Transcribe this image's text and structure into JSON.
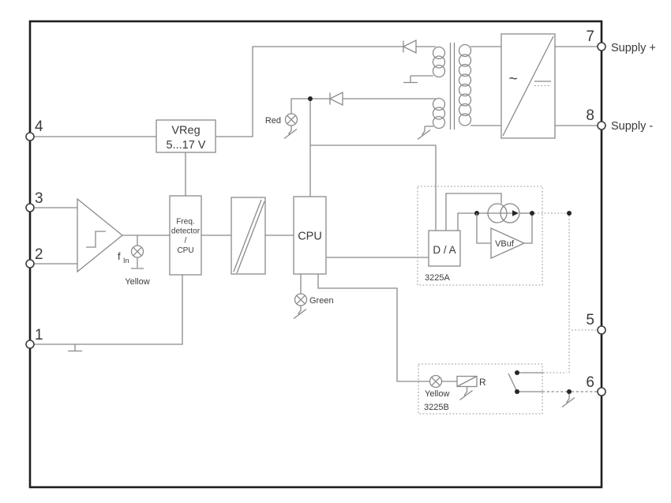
{
  "colors": {
    "wire": "#8a8a8a",
    "border": "#1e1e1e",
    "text": "#3a3a3a",
    "junction_dot": "#262626",
    "background": "#ffffff"
  },
  "terminals": {
    "t4": {
      "number": "4"
    },
    "t3": {
      "number": "3"
    },
    "t2": {
      "number": "2"
    },
    "t1": {
      "number": "1"
    },
    "t7": {
      "number": "7",
      "label": "Supply +"
    },
    "t8": {
      "number": "8",
      "label": "Supply -"
    },
    "t5": {
      "number": "5"
    },
    "t6": {
      "number": "6"
    }
  },
  "blocks": {
    "vreg": {
      "title": "VReg",
      "subtitle": "5...17 V"
    },
    "freq_detector": {
      "line1": "Freq.",
      "line2": "detector",
      "line3": "/",
      "line4": "CPU"
    },
    "cpu": {
      "label": "CPU"
    },
    "da": {
      "label": "D / A"
    },
    "vbuf": {
      "label": "VBuf"
    },
    "relay": {
      "label": "R"
    },
    "module_a": {
      "label": "3225A"
    },
    "module_b": {
      "label": "3225B"
    },
    "converter": {
      "ac_symbol": "~"
    }
  },
  "leds": {
    "f_in": {
      "symbol": "f",
      "subscript": "In",
      "label": "Yellow"
    },
    "red": {
      "label": "Red"
    },
    "green": {
      "label": "Green"
    },
    "relay_yellow": {
      "label": "Yellow"
    }
  }
}
